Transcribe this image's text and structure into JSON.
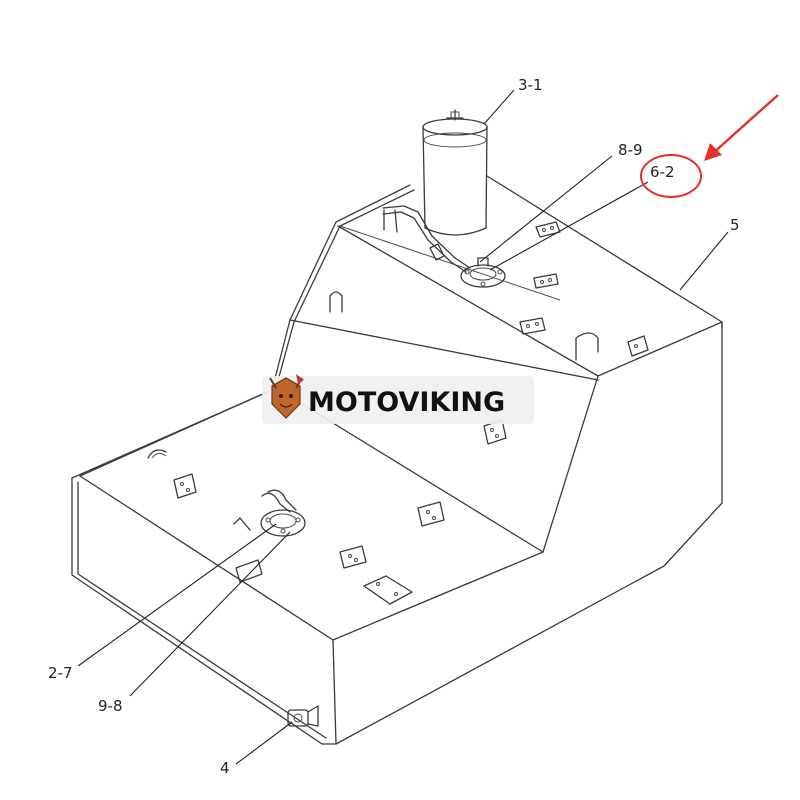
{
  "callouts": {
    "c3_1": "3-1",
    "c8_9": "8-9",
    "c6_2": "6-2",
    "c5": "5",
    "c2_7": "2-7",
    "c9_8": "9-8",
    "c4": "4"
  },
  "watermark": {
    "text": "MOTOVIKING",
    "icon": "viking-mascot-icon"
  },
  "highlight": {
    "target": "6-2",
    "color": "#e0312b"
  }
}
